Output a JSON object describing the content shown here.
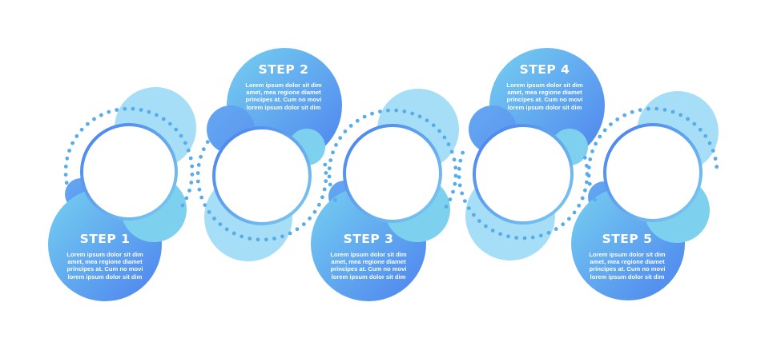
{
  "colors": {
    "background": "#ffffff",
    "main_circle_start": "#72cdf0",
    "main_circle_end": "#4f86ee",
    "light_circle": "#a6def8",
    "teal_circle": "#7ccfee",
    "small_blue_circle": "#5e9ff0",
    "ring_start": "#4f86ee",
    "ring_end": "#79c6ee",
    "dots": "#58ace9",
    "text": "#ffffff"
  },
  "steps": [
    {
      "title": "STEP 1",
      "body": "Lorem ipsum dolor sit dim\namet, mea regione diamet\nprincipes at. Cum no movi\nlorem ipsum dolor sit dim",
      "position": "bottom"
    },
    {
      "title": "STEP 2",
      "body": "Lorem ipsum dolor sit dim\namet, mea regione diamet\nprincipes at. Cum no movi\nlorem ipsum dolor sit dim",
      "position": "top"
    },
    {
      "title": "STEP 3",
      "body": "Lorem ipsum dolor sit dim\namet, mea regione diamet\nprincipes at. Cum no movi\nlorem ipsum dolor sit dim",
      "position": "bottom"
    },
    {
      "title": "STEP 4",
      "body": "Lorem ipsum dolor sit dim\namet, mea regione diamet\nprincipes at. Cum no movi\nlorem ipsum dolor sit dim",
      "position": "top"
    },
    {
      "title": "STEP 5",
      "body": "Lorem ipsum dolor sit dim\namet, mea regione diamet\nprincipes at. Cum no movi\nlorem ipsum dolor sit dim",
      "position": "bottom"
    }
  ]
}
